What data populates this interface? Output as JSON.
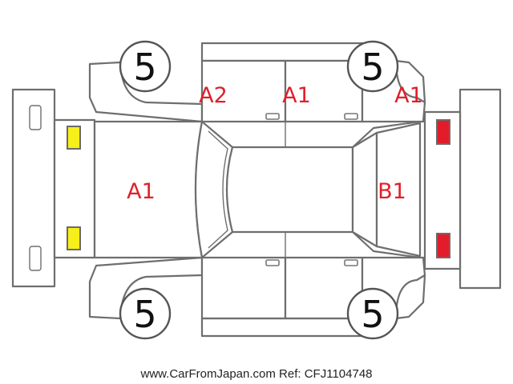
{
  "tires": {
    "front_left": "5",
    "rear_left": "5",
    "front_right": "5",
    "rear_right": "5"
  },
  "damage_codes": {
    "front_left_door": "A2",
    "rear_left_door": "A1",
    "rear_left_quarter": "A1",
    "hood": "A1",
    "back_glass": "B1"
  },
  "lamps": {
    "front_color": "#f7ef1a",
    "rear_color": "#e21c2a"
  },
  "colors": {
    "code_text": "#e0202a",
    "outline": "#6e6e6e"
  },
  "footer": {
    "watermark": "www.CarFromJapan.com Ref: CFJ1104748"
  }
}
